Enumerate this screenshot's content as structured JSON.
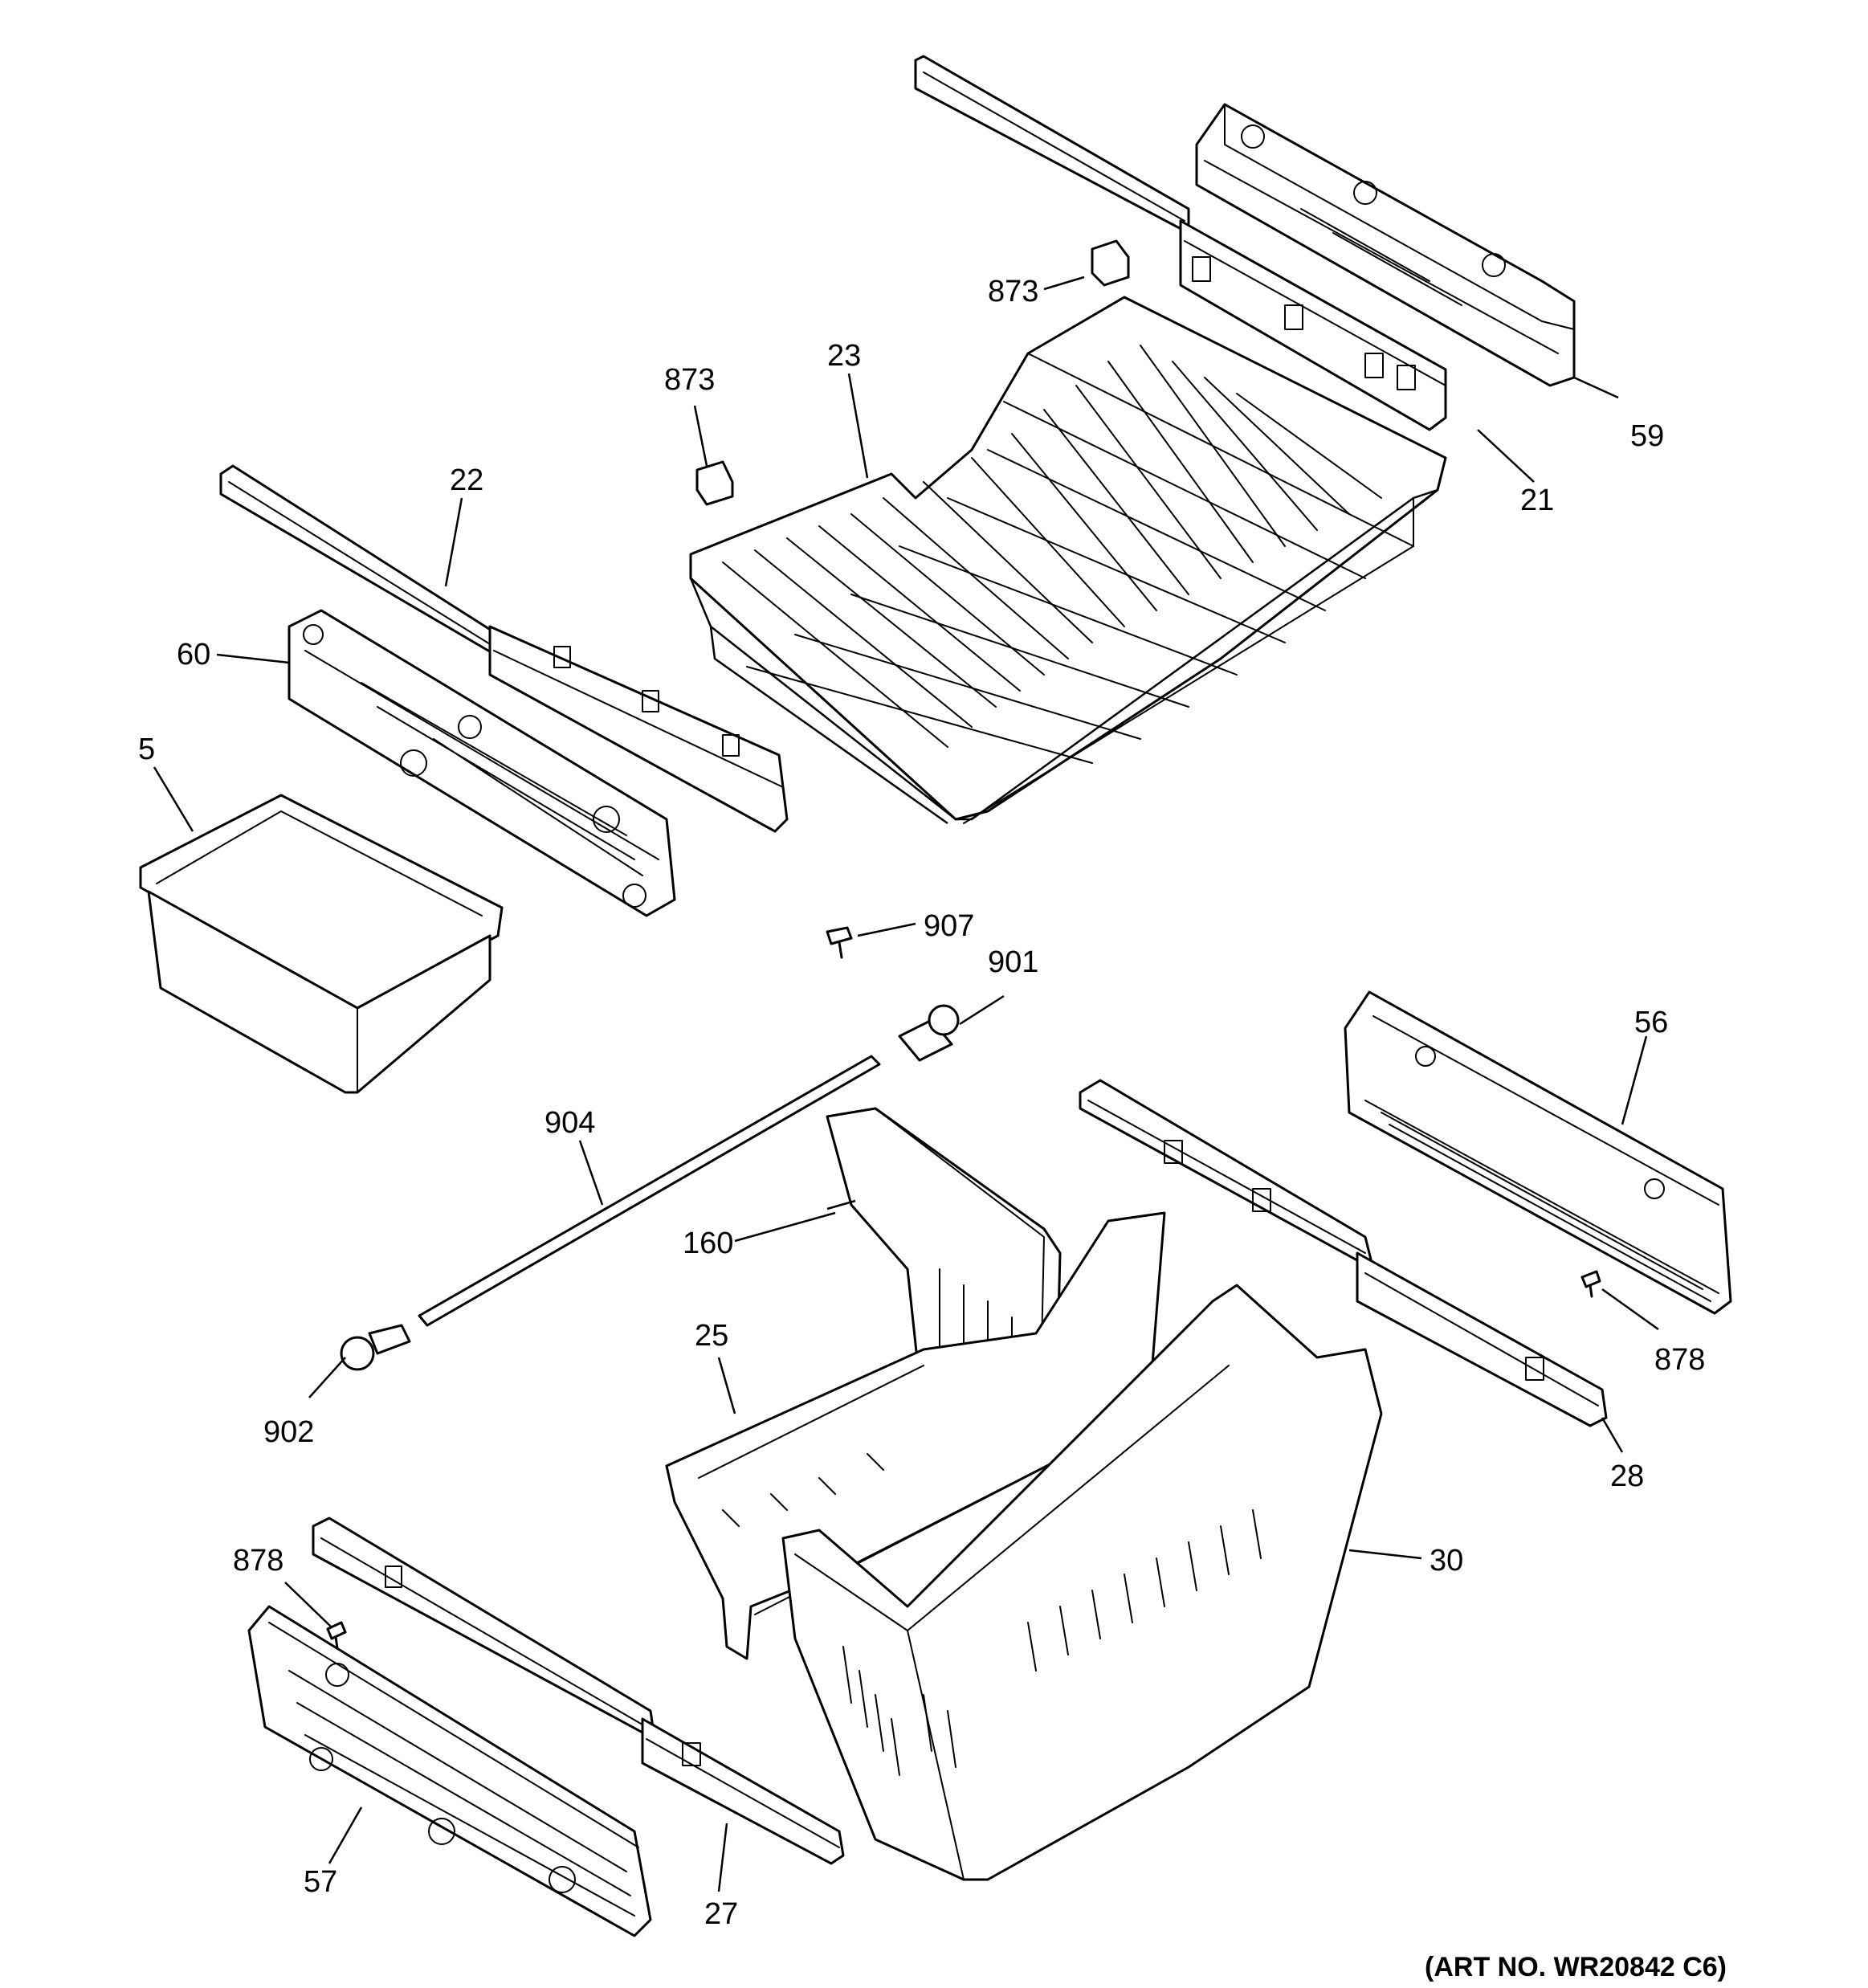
{
  "diagram": {
    "callouts": {
      "p5": "5",
      "p21": "21",
      "p22": "22",
      "p23": "23",
      "p25": "25",
      "p27": "27",
      "p28": "28",
      "p30": "30",
      "p56": "56",
      "p57": "57",
      "p59": "59",
      "p60": "60",
      "p160": "160",
      "p873a": "873",
      "p873b": "873",
      "p878a": "878",
      "p878b": "878",
      "p901": "901",
      "p902": "902",
      "p904": "904",
      "p907": "907"
    },
    "art_number": "(ART NO. WR20842 C6)"
  }
}
